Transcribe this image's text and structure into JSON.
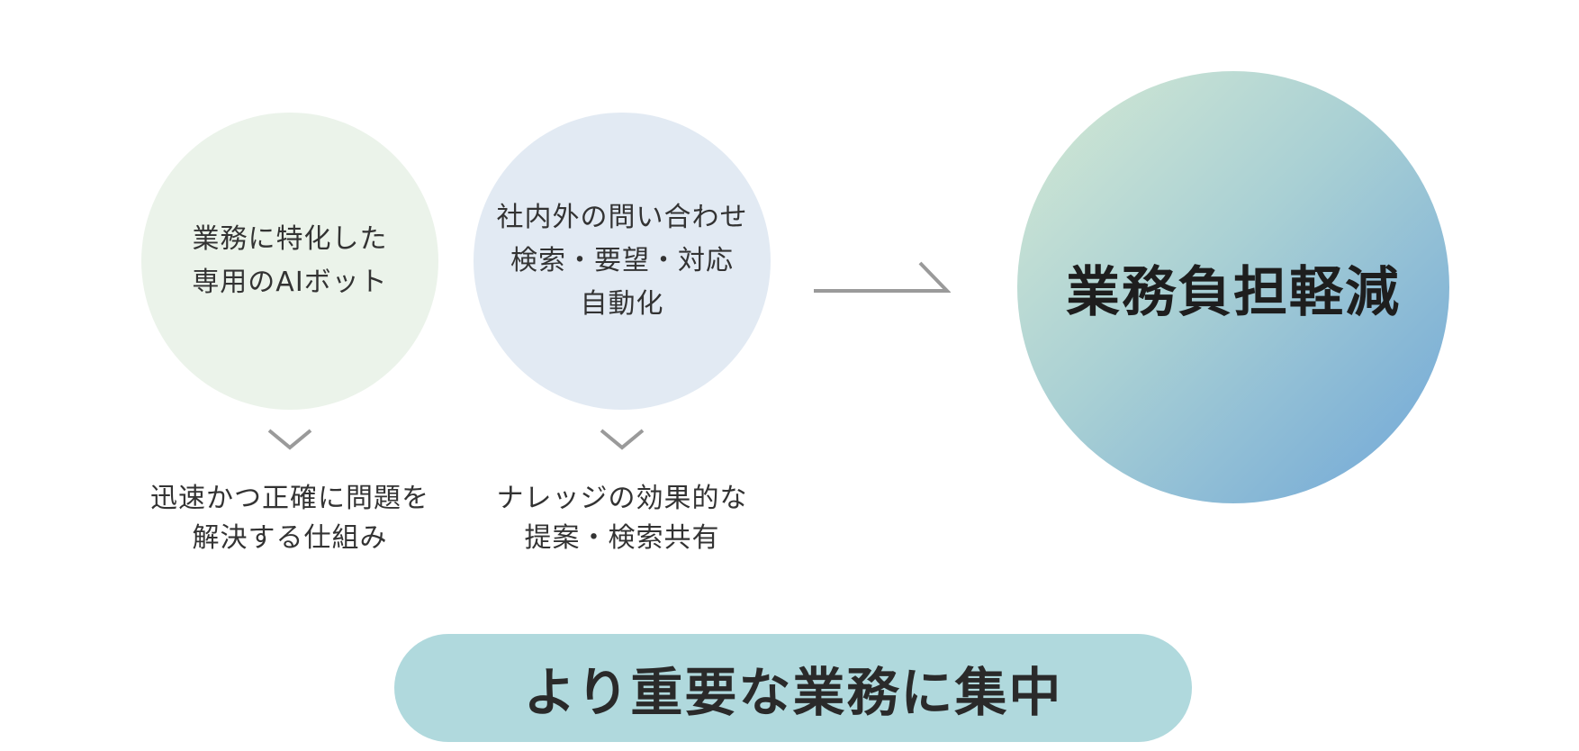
{
  "left_circle": {
    "lines": [
      "業務に特化した",
      "専用のAIボット"
    ],
    "color": "#ebf3ea"
  },
  "middle_circle": {
    "lines": [
      "社内外の問い合わせ",
      "検索・要望・対応",
      "自動化"
    ],
    "color": "#e2eaf3"
  },
  "left_result": {
    "lines": [
      "迅速かつ正確に問題を",
      "解決する仕組み"
    ]
  },
  "middle_result": {
    "lines": [
      "ナレッジの効果的な",
      "提案・検索共有"
    ]
  },
  "outcome_circle": {
    "label": "業務負担軽減",
    "gradient": [
      "#d6ead3",
      "#a9d0d4",
      "#6fa6d8"
    ]
  },
  "bottom_banner": {
    "label": "より重要な業務に集中",
    "color": "#b0d9dd"
  },
  "icons": {
    "chevron_down": "chevron-down-icon",
    "arrow_right": "arrow-right-icon"
  }
}
